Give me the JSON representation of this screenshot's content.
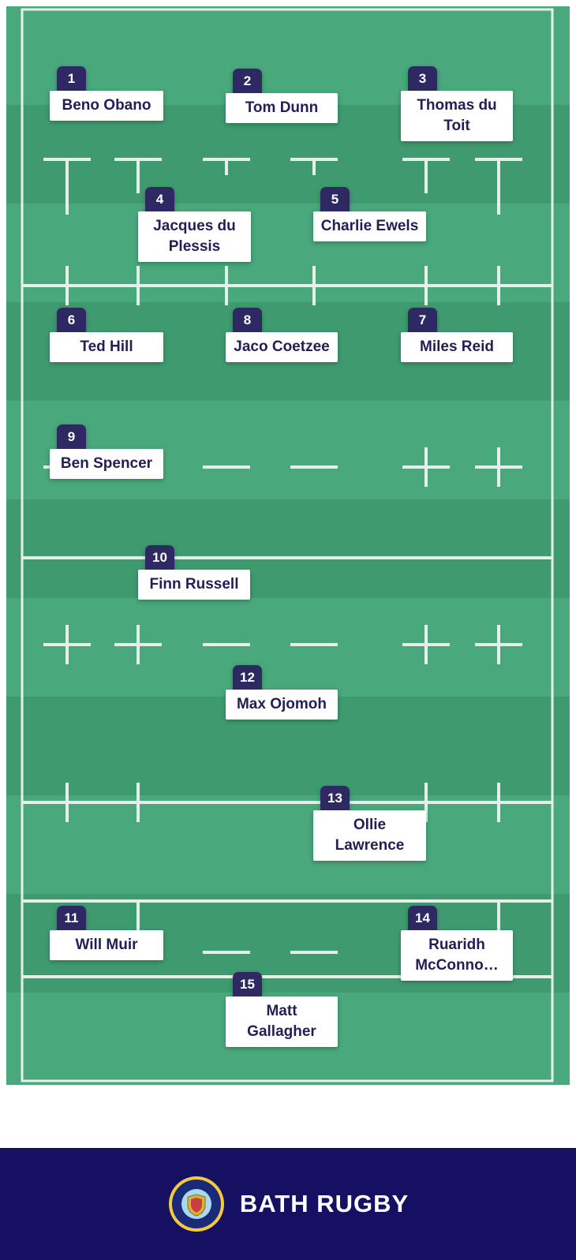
{
  "teamsheet": {
    "players": [
      {
        "number": "1",
        "name": "Beno Obano"
      },
      {
        "number": "2",
        "name": "Tom Dunn"
      },
      {
        "number": "3",
        "name": "Thomas du Toit"
      },
      {
        "number": "4",
        "name": "Jacques du Plessis"
      },
      {
        "number": "5",
        "name": "Charlie Ewels"
      },
      {
        "number": "6",
        "name": "Ted Hill"
      },
      {
        "number": "8",
        "name": "Jaco Coetzee"
      },
      {
        "number": "7",
        "name": "Miles Reid"
      },
      {
        "number": "9",
        "name": "Ben Spencer"
      },
      {
        "number": "10",
        "name": "Finn Russell"
      },
      {
        "number": "12",
        "name": "Max Ojomoh"
      },
      {
        "number": "13",
        "name": "Ollie Lawrence"
      },
      {
        "number": "11",
        "name": "Will Muir"
      },
      {
        "number": "14",
        "name": "Ruaridh McConno…"
      },
      {
        "number": "15",
        "name": "Matt Gallagher"
      }
    ],
    "footer": {
      "team_name": "BATH RUGBY",
      "crest_icon": "bath-rugby-crest"
    },
    "colors": {
      "pitch_light": "#49a87c",
      "pitch_dark": "#3f9b6f",
      "marking_white": "#f4f7f5",
      "badge_navy": "#2f2963",
      "card_text_navy": "#221f54",
      "footer_navy": "#151061",
      "crest_gold": "#f3c93f",
      "crest_light_blue": "#a8d9f0"
    }
  }
}
